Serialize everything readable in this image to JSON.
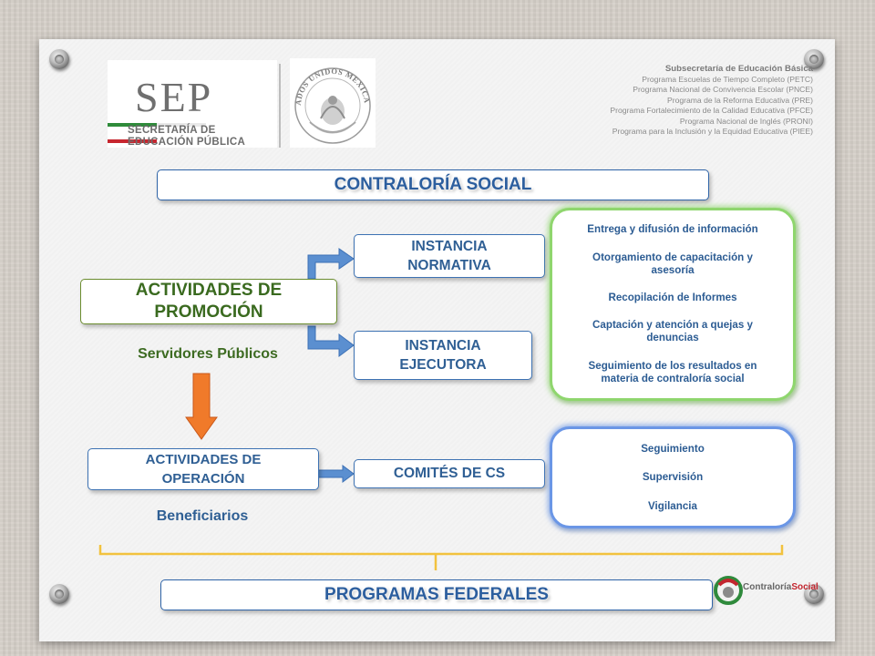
{
  "header": {
    "agency_logo_text": "SEP",
    "agency_subtitle_line1": "SECRETARÍA DE",
    "agency_subtitle_line2": "EDUCACIÓN PÚBLICA",
    "seal_text": "ESTADOS UNIDOS MEXICANOS",
    "subsecretaria": "Subsecretaría de Educación Básica",
    "programs": [
      "Programa Escuelas de Tiempo Completo (PETC)",
      "Programa Nacional de Convivencia Escolar (PNCE)",
      "Programa de la Reforma Educativa (PRE)",
      "Programa Fortalecimiento de la Calidad Educativa (PFCE)",
      "Programa Nacional de Inglés (PRONI)",
      "Programa para la Inclusión y la Equidad Educativa (PIEE)"
    ]
  },
  "main_title": "CONTRALORÍA SOCIAL",
  "promotion": {
    "label": "ACTIVIDADES DE PROMOCIÓN",
    "actor": "Servidores Públicos"
  },
  "operation": {
    "label": "ACTIVIDADES DE OPERACIÓN",
    "actor": "Beneficiarios"
  },
  "instances": {
    "normativa": "INSTANCIA NORMATIVA",
    "ejecutora": "INSTANCIA EJECUTORA",
    "comites": "COMITÉS DE CS"
  },
  "promotion_activities": [
    "Entrega y difusión de información",
    "Otorgamiento de capacitación y asesoría",
    "Recopilación de Informes",
    "Captación y atención a quejas y denuncias",
    "Seguimiento de los resultados en materia de contraloría social"
  ],
  "operation_activities": [
    "Seguimiento",
    "Supervisión",
    "Vigilancia"
  ],
  "footer_title": "PROGRAMAS FEDERALES",
  "cs_logo": {
    "prefix": "Contraloría",
    "suffix": "Social"
  },
  "colors": {
    "title_blue": "#2c5e9e",
    "arrow_blue": "#5b8fd0",
    "arrow_orange": "#f07a2a",
    "panel_green": "#8fd66e",
    "panel_blue": "#6a96e6",
    "brace_gold": "#f2c23e"
  }
}
